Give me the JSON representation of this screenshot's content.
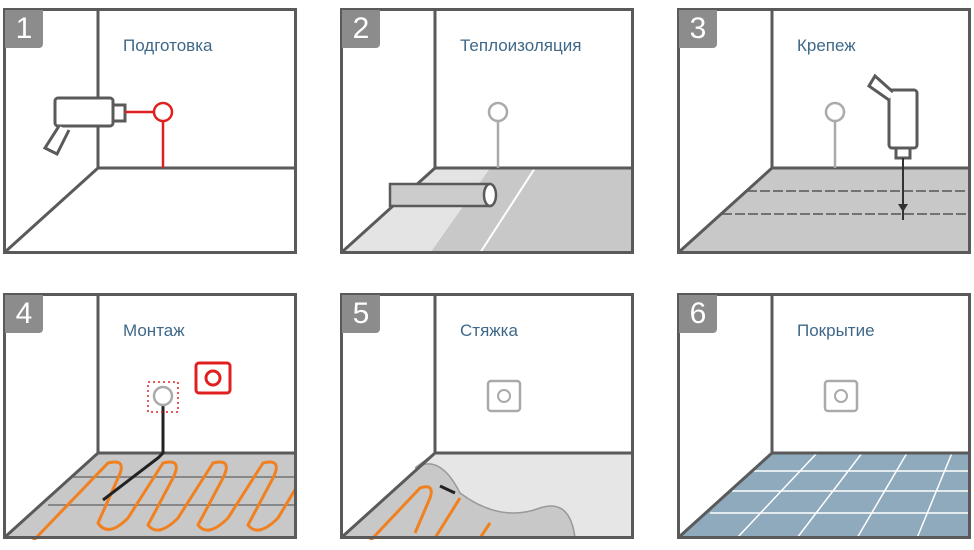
{
  "steps": [
    {
      "number": "1",
      "label": "Подготовка"
    },
    {
      "number": "2",
      "label": "Теплоизоляция"
    },
    {
      "number": "3",
      "label": "Крепеж"
    },
    {
      "number": "4",
      "label": "Монтаж"
    },
    {
      "number": "5",
      "label": "Стяжка"
    },
    {
      "number": "6",
      "label": "Покрытие"
    }
  ],
  "colors": {
    "frame": "#5a5a5a",
    "accent": "#e02020",
    "cable": "#f08020",
    "floor": "#c8c8c8",
    "tile": "#8fa9bd",
    "label": "#3f6888"
  }
}
